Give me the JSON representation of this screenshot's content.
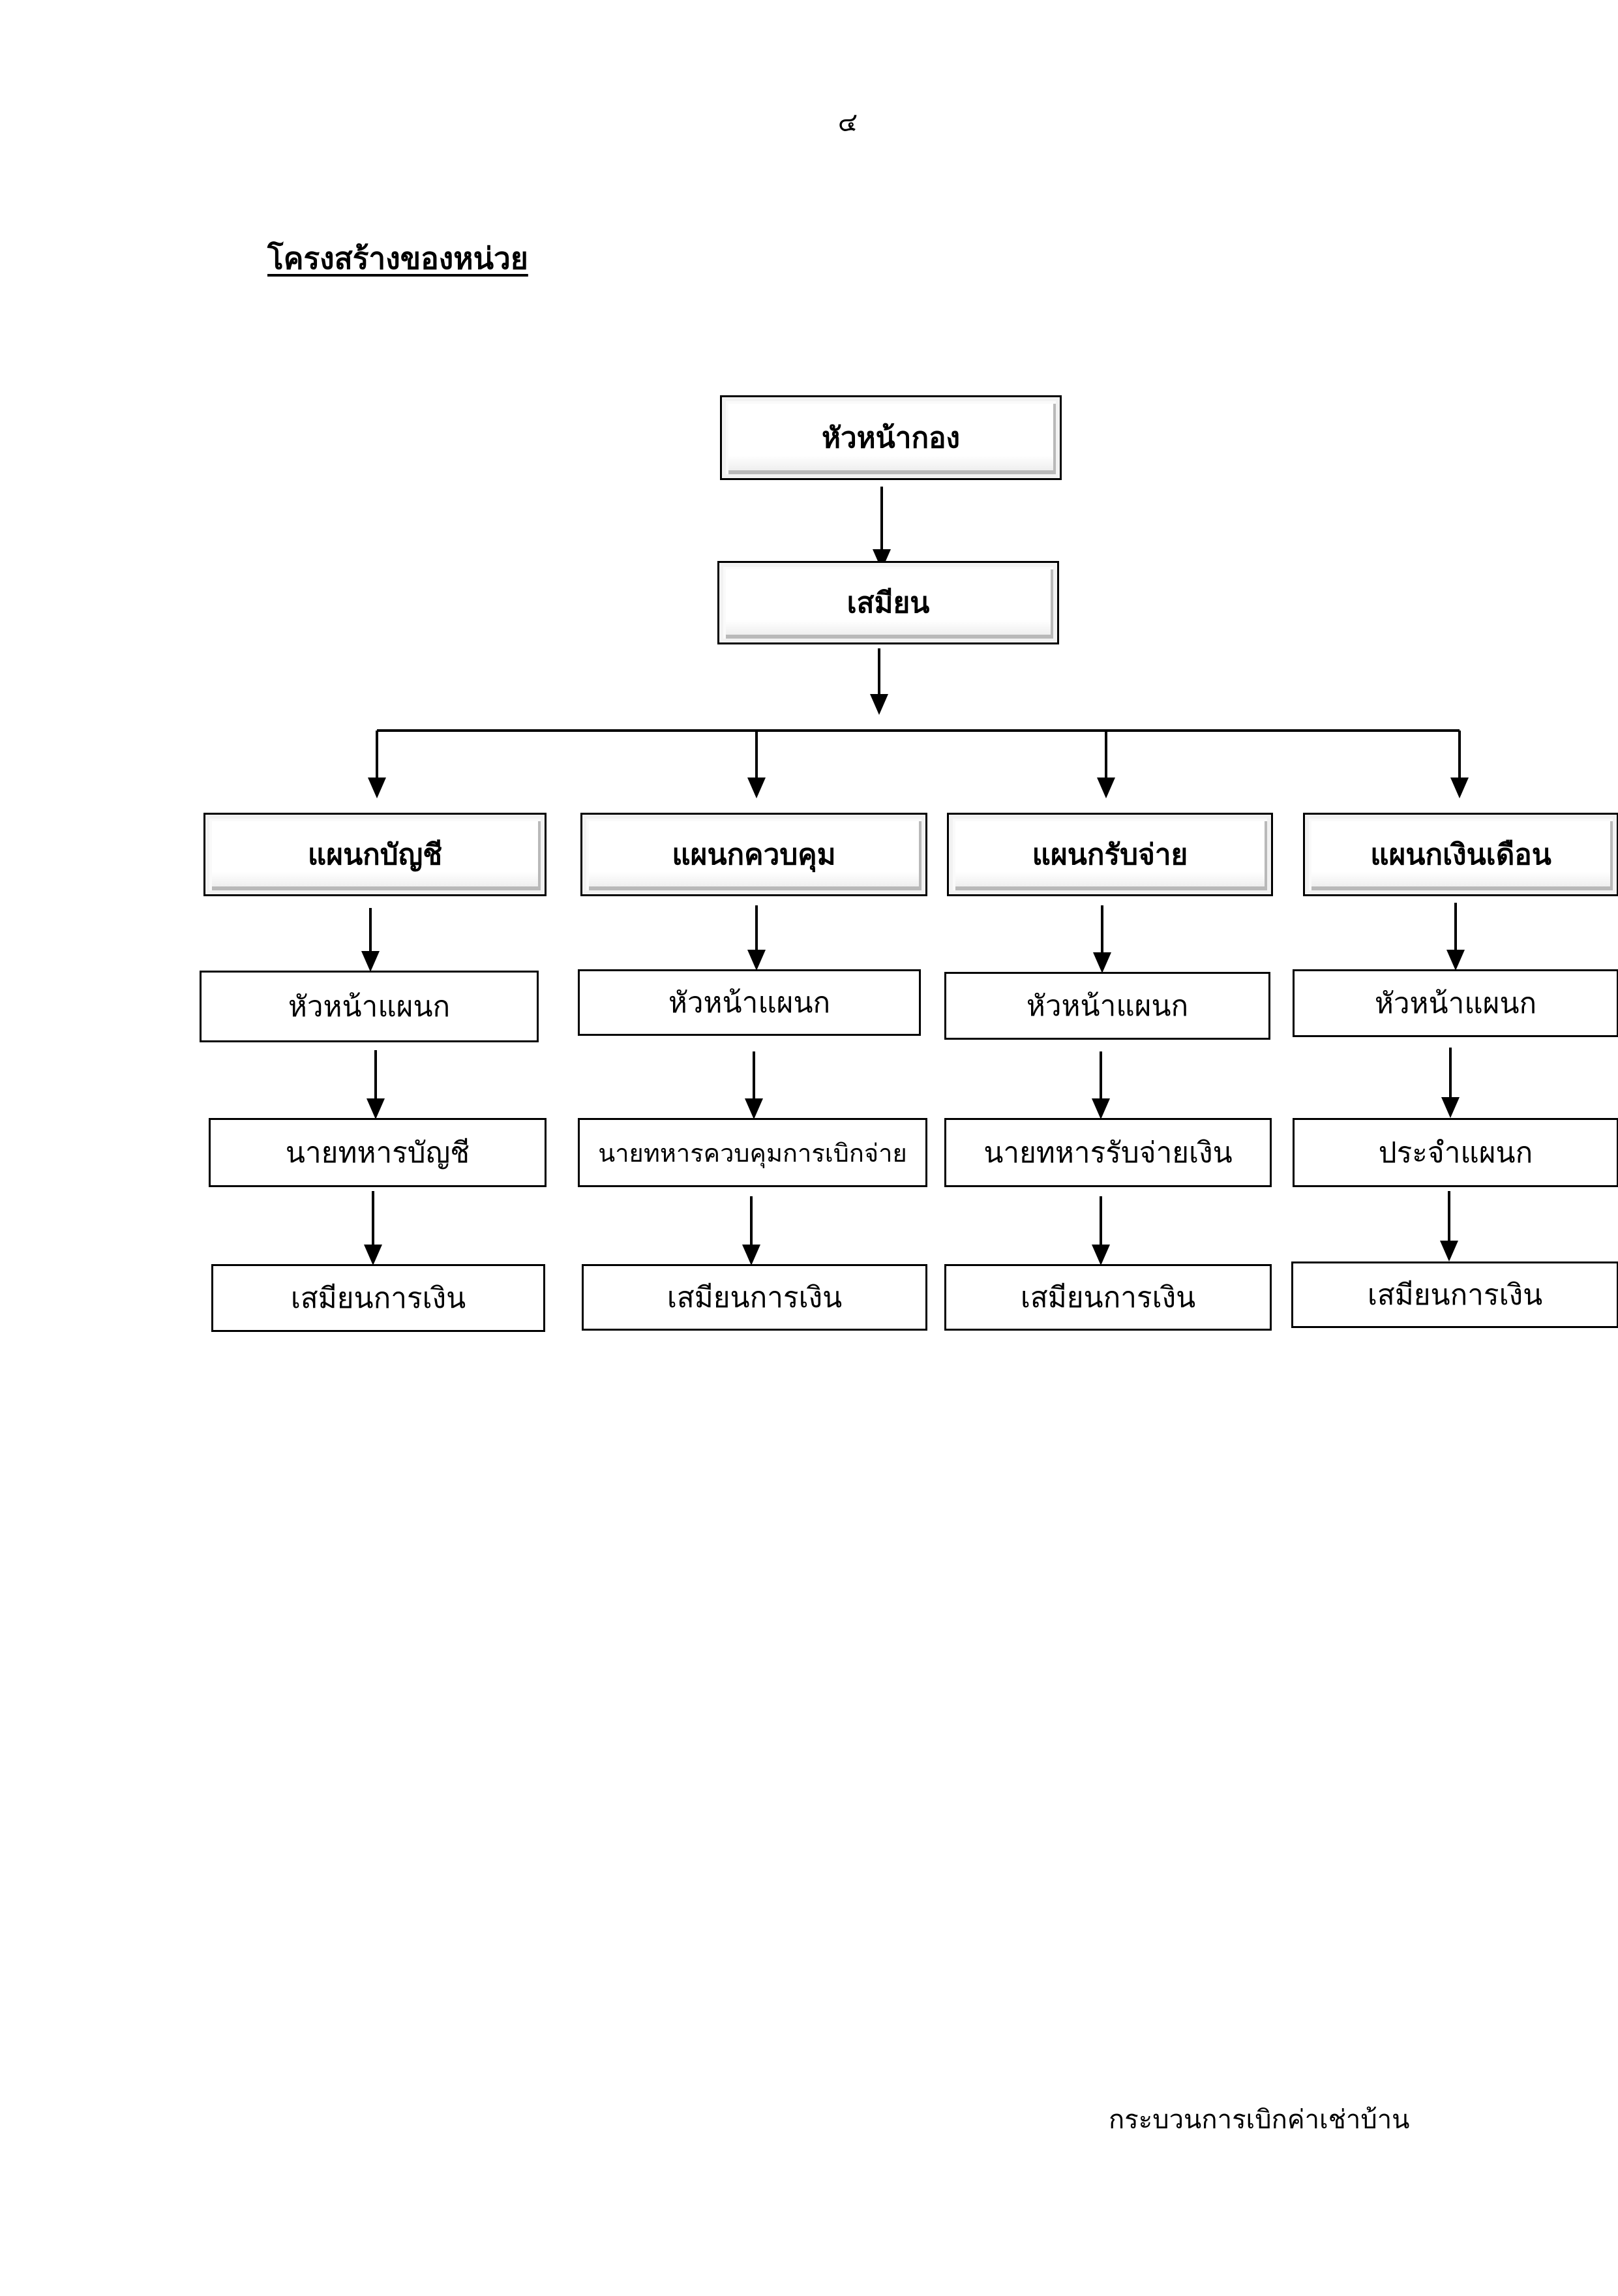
{
  "page_number": "๔",
  "heading": "โครงสร้างของหน่วย",
  "chart": {
    "top": "หัวหน้ากอง",
    "second": "เสมียน",
    "departments": [
      {
        "name": "แผนกบัญชี",
        "positions": [
          "หัวหน้าแผนก",
          "นายทหารบัญชี",
          "เสมียนการเงิน"
        ]
      },
      {
        "name": "แผนกควบคุม",
        "positions": [
          "หัวหน้าแผนก",
          "นายทหารควบคุมการเบิกจ่าย",
          "เสมียนการเงิน"
        ]
      },
      {
        "name": "แผนกรับจ่าย",
        "positions": [
          "หัวหน้าแผนก",
          "นายทหารรับจ่ายเงิน",
          "เสมียนการเงิน"
        ]
      },
      {
        "name": "แผนกเงินเดือน",
        "positions": [
          "หัวหน้าแผนก",
          "ประจำแผนก",
          "เสมียนการเงิน"
        ]
      }
    ]
  },
  "footer": "กระบวนการเบิกค่าเช่าบ้าน"
}
